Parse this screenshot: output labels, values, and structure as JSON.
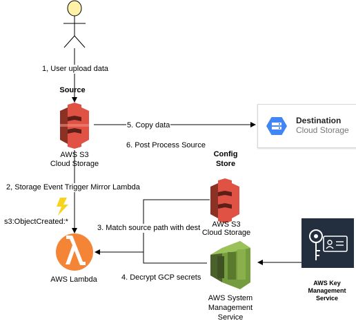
{
  "nodes": {
    "user_edge_label": "1, User upload data",
    "source_title": "Source",
    "s3_source_label_1": "AWS S3",
    "s3_source_label_2": "Cloud Storage",
    "destination_title": "Destination",
    "destination_sub": "Cloud Storage",
    "config_title_1": "Config",
    "config_title_2": "Store",
    "s3_config_label_1": "AWS S3",
    "s3_config_label_2": "Cloud Storage",
    "lambda_label": "AWS Lambda",
    "ssm_label_1": "AWS System",
    "ssm_label_2": "Management",
    "ssm_label_3": "Service",
    "kms_label_1": "AWS Key",
    "kms_label_2": "Management",
    "kms_label_3": "Service",
    "trigger_event": "s3:ObjectCreated:*"
  },
  "edges": {
    "copy_data": "5. Copy data",
    "post_process": "6. Post Process Source",
    "storage_trigger": "2, Storage Event Trigger Mirror Lambda",
    "match_path": "3. Match source path with dest",
    "decrypt": "4. Decrypt GCP secrets"
  },
  "colors": {
    "s3_red": "#e05243",
    "s3_dark": "#8c3123",
    "lambda_orange": "#f58536",
    "ssm_green": "#759c3e",
    "ssm_dark": "#4b612c",
    "kms_bg": "#232f3e",
    "gcp_blue": "#4285f4",
    "user_head": "#fff2a8",
    "lightning": "#f7d31e"
  }
}
